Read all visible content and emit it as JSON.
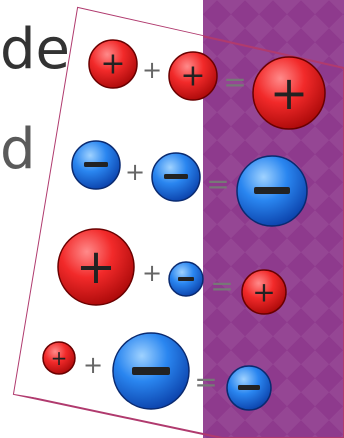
{
  "background": {
    "text_line_1": "de",
    "text_line_2": "d",
    "panel_color": "#8e3a8d"
  },
  "symbols": {
    "plus_sign": "+",
    "equals_sign": "="
  },
  "colors": {
    "positive": "#e02020",
    "negative": "#1f73e0",
    "card_border": "#b03a6e"
  },
  "equations": [
    {
      "terms": [
        "positive-small",
        "positive-small"
      ],
      "result": "positive-large"
    },
    {
      "terms": [
        "negative-small",
        "negative-small"
      ],
      "result": "negative-large"
    },
    {
      "terms": [
        "positive-large",
        "negative-small"
      ],
      "result": "positive-small"
    },
    {
      "terms": [
        "positive-tiny",
        "negative-large"
      ],
      "result": "negative-small"
    }
  ]
}
